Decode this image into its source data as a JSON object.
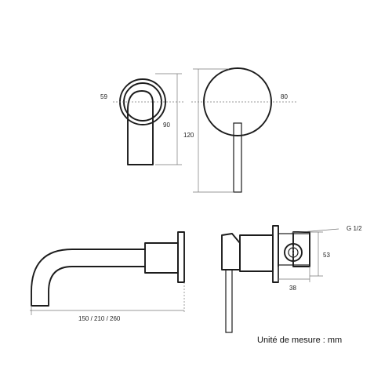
{
  "front_view_mixer": {
    "depth_label": "59",
    "height_label": "90"
  },
  "front_view_plate": {
    "diameter_label": "80",
    "height_label": "120"
  },
  "side_view_spout": {
    "length_label": "150 / 210 / 260"
  },
  "side_view_body": {
    "thread_label": "G 1/2",
    "height_label": "53",
    "depth_label": "38"
  },
  "footer": {
    "unit_note": "Unité de mesure : mm"
  }
}
